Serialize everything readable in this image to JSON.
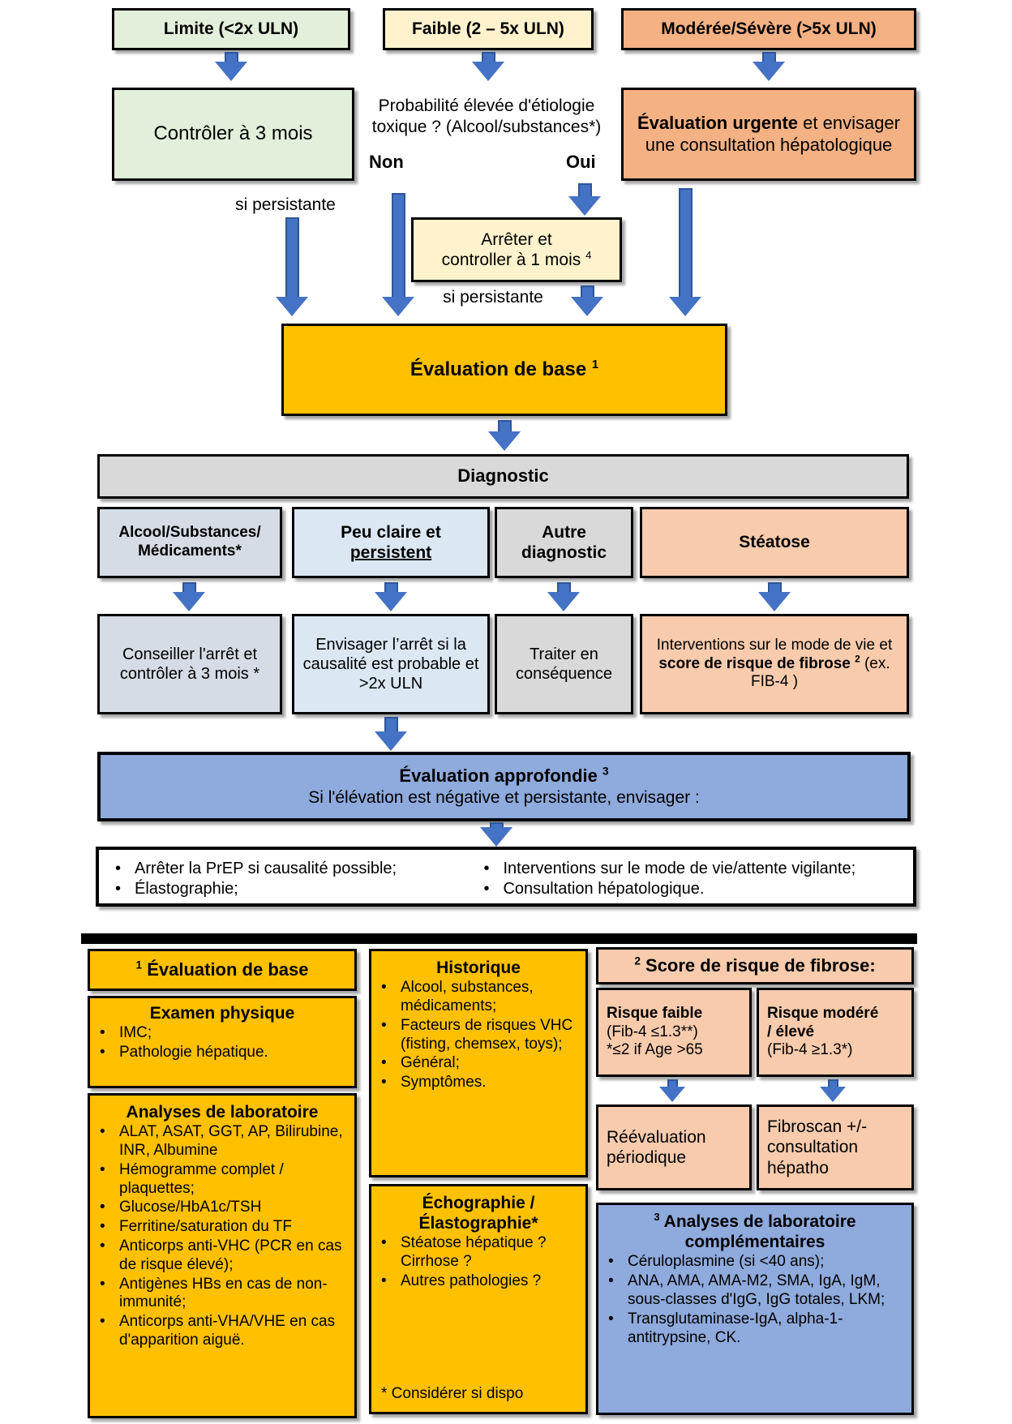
{
  "colors": {
    "green": "#e2efda",
    "cream": "#fff2cc",
    "orange": "#f4b183",
    "gold": "#ffc000",
    "gray": "#d9d9d9",
    "bluegray": "#d6dce5",
    "lightblue": "#dbe7f3",
    "peach": "#f8cbad",
    "blue": "#8faadc",
    "arrow": "#4472c4"
  },
  "flow": {
    "severity": [
      {
        "label": "Limite (<2x ULN)"
      },
      {
        "label": "Faible (2 – 5x ULN)"
      },
      {
        "label": "Modérée/Sévère (>5x ULN)"
      }
    ],
    "control_3m": "Contrôler à 3 mois",
    "question_l1": "Probabilité élevée d'étiologie",
    "question_l2": "toxique ? (Alcool/substances*)",
    "no": "Non",
    "yes": "Oui",
    "urgent_bold": "Évaluation urgente",
    "urgent_rest": " et envisager une consultation hépatologique",
    "persist1": "si persistante",
    "persist2": "si persistante",
    "stop_l1": "Arrêter et",
    "stop_l2": "controller à 1 mois ",
    "stop_sup": "4",
    "baseline": "Évaluation de base ",
    "baseline_sup": "1",
    "diagnostic": "Diagnostic",
    "diag_boxes": [
      {
        "l1": "Alcool/Substances/",
        "l2": "Médicaments*"
      },
      {
        "l1": "Peu claire et",
        "l2": "persistent"
      },
      {
        "l1": "Autre",
        "l2": "diagnostic"
      },
      {
        "l1": "Stéatose"
      }
    ],
    "action_boxes": {
      "a1": "Conseiller l'arrêt et contrôler à 3 mois *",
      "a2": "Envisager l’arrêt si la causalité est probable et >2x ULN",
      "a3": "Traiter en conséquence",
      "a4_pre": "Interventions sur le mode de vie et ",
      "a4_bold": "score de risque de fibrose ",
      "a4_sup": "2",
      "a4_post": " (ex. FIB-4 )"
    },
    "deep_title": "Évaluation approfondie ",
    "deep_sup": "3",
    "deep_sub": "Si l'élévation est négative et persistante, envisager :",
    "options_left": [
      "Arrêter la PrEP si causalité possible;",
      "Élastographie;"
    ],
    "options_right": [
      "Interventions sur le mode de vie/attente vigilante;",
      "Consultation hépatologique."
    ]
  },
  "notes": {
    "col1": {
      "sup": "1",
      "title": " Évaluation de base",
      "exam_title": "Examen physique",
      "exam_items": [
        "IMC;",
        "Pathologie hépatique."
      ],
      "lab_title": "Analyses de laboratoire",
      "lab_items": [
        "ALAT, ASAT, GGT, AP, Bilirubine, INR, Albumine",
        "Hémogramme complet / plaquettes;",
        "Glucose/HbA1c/TSH",
        "Ferritine/saturation du TF",
        "Anticorps anti-VHC (PCR en cas de risque élevé);",
        "Antigènes HBs en cas de non-immunité;",
        "Anticorps anti-VHA/VHE en cas d'apparition aiguë."
      ]
    },
    "col2": {
      "hist_title": "Historique",
      "hist_items": [
        "Alcool, substances, médicaments;",
        "Facteurs de risques VHC (fisting, chemsex, toys);",
        "Général;",
        "Symptômes."
      ],
      "echo_title_l1": "Échographie /",
      "echo_title_l2": "Élastographie*",
      "echo_items": [
        "Stéatose hépatique ? Cirrhose ?",
        "Autres pathologies ?"
      ],
      "echo_note": "* Considérer si dispo"
    },
    "col3": {
      "sup": "2",
      "title": " Score de risque de fibrose:",
      "low_title": "Risque faible",
      "low_l1": "(Fib-4 ≤1.3**)",
      "low_l2": "*≤2 if Age >65",
      "high_title_l1": "Risque modéré",
      "high_title_l2": "/ élevé",
      "high_l1": "(Fib-4 ≥1.3*)",
      "low_action": "Réévaluation périodique",
      "high_action": "Fibroscan +/- consultation hépatho",
      "comp_sup": "3",
      "comp_title_l1": " Analyses de laboratoire",
      "comp_title_l2": "complémentaires",
      "comp_items": [
        "Céruloplasmine  (si  <40 ans);",
        "ANA, AMA, AMA-M2, SMA, IgA, IgM, sous-classes d'IgG, IgG totales, LKM;",
        "Transglutaminase-IgA, alpha-1-antitrypsine, CK."
      ]
    }
  }
}
